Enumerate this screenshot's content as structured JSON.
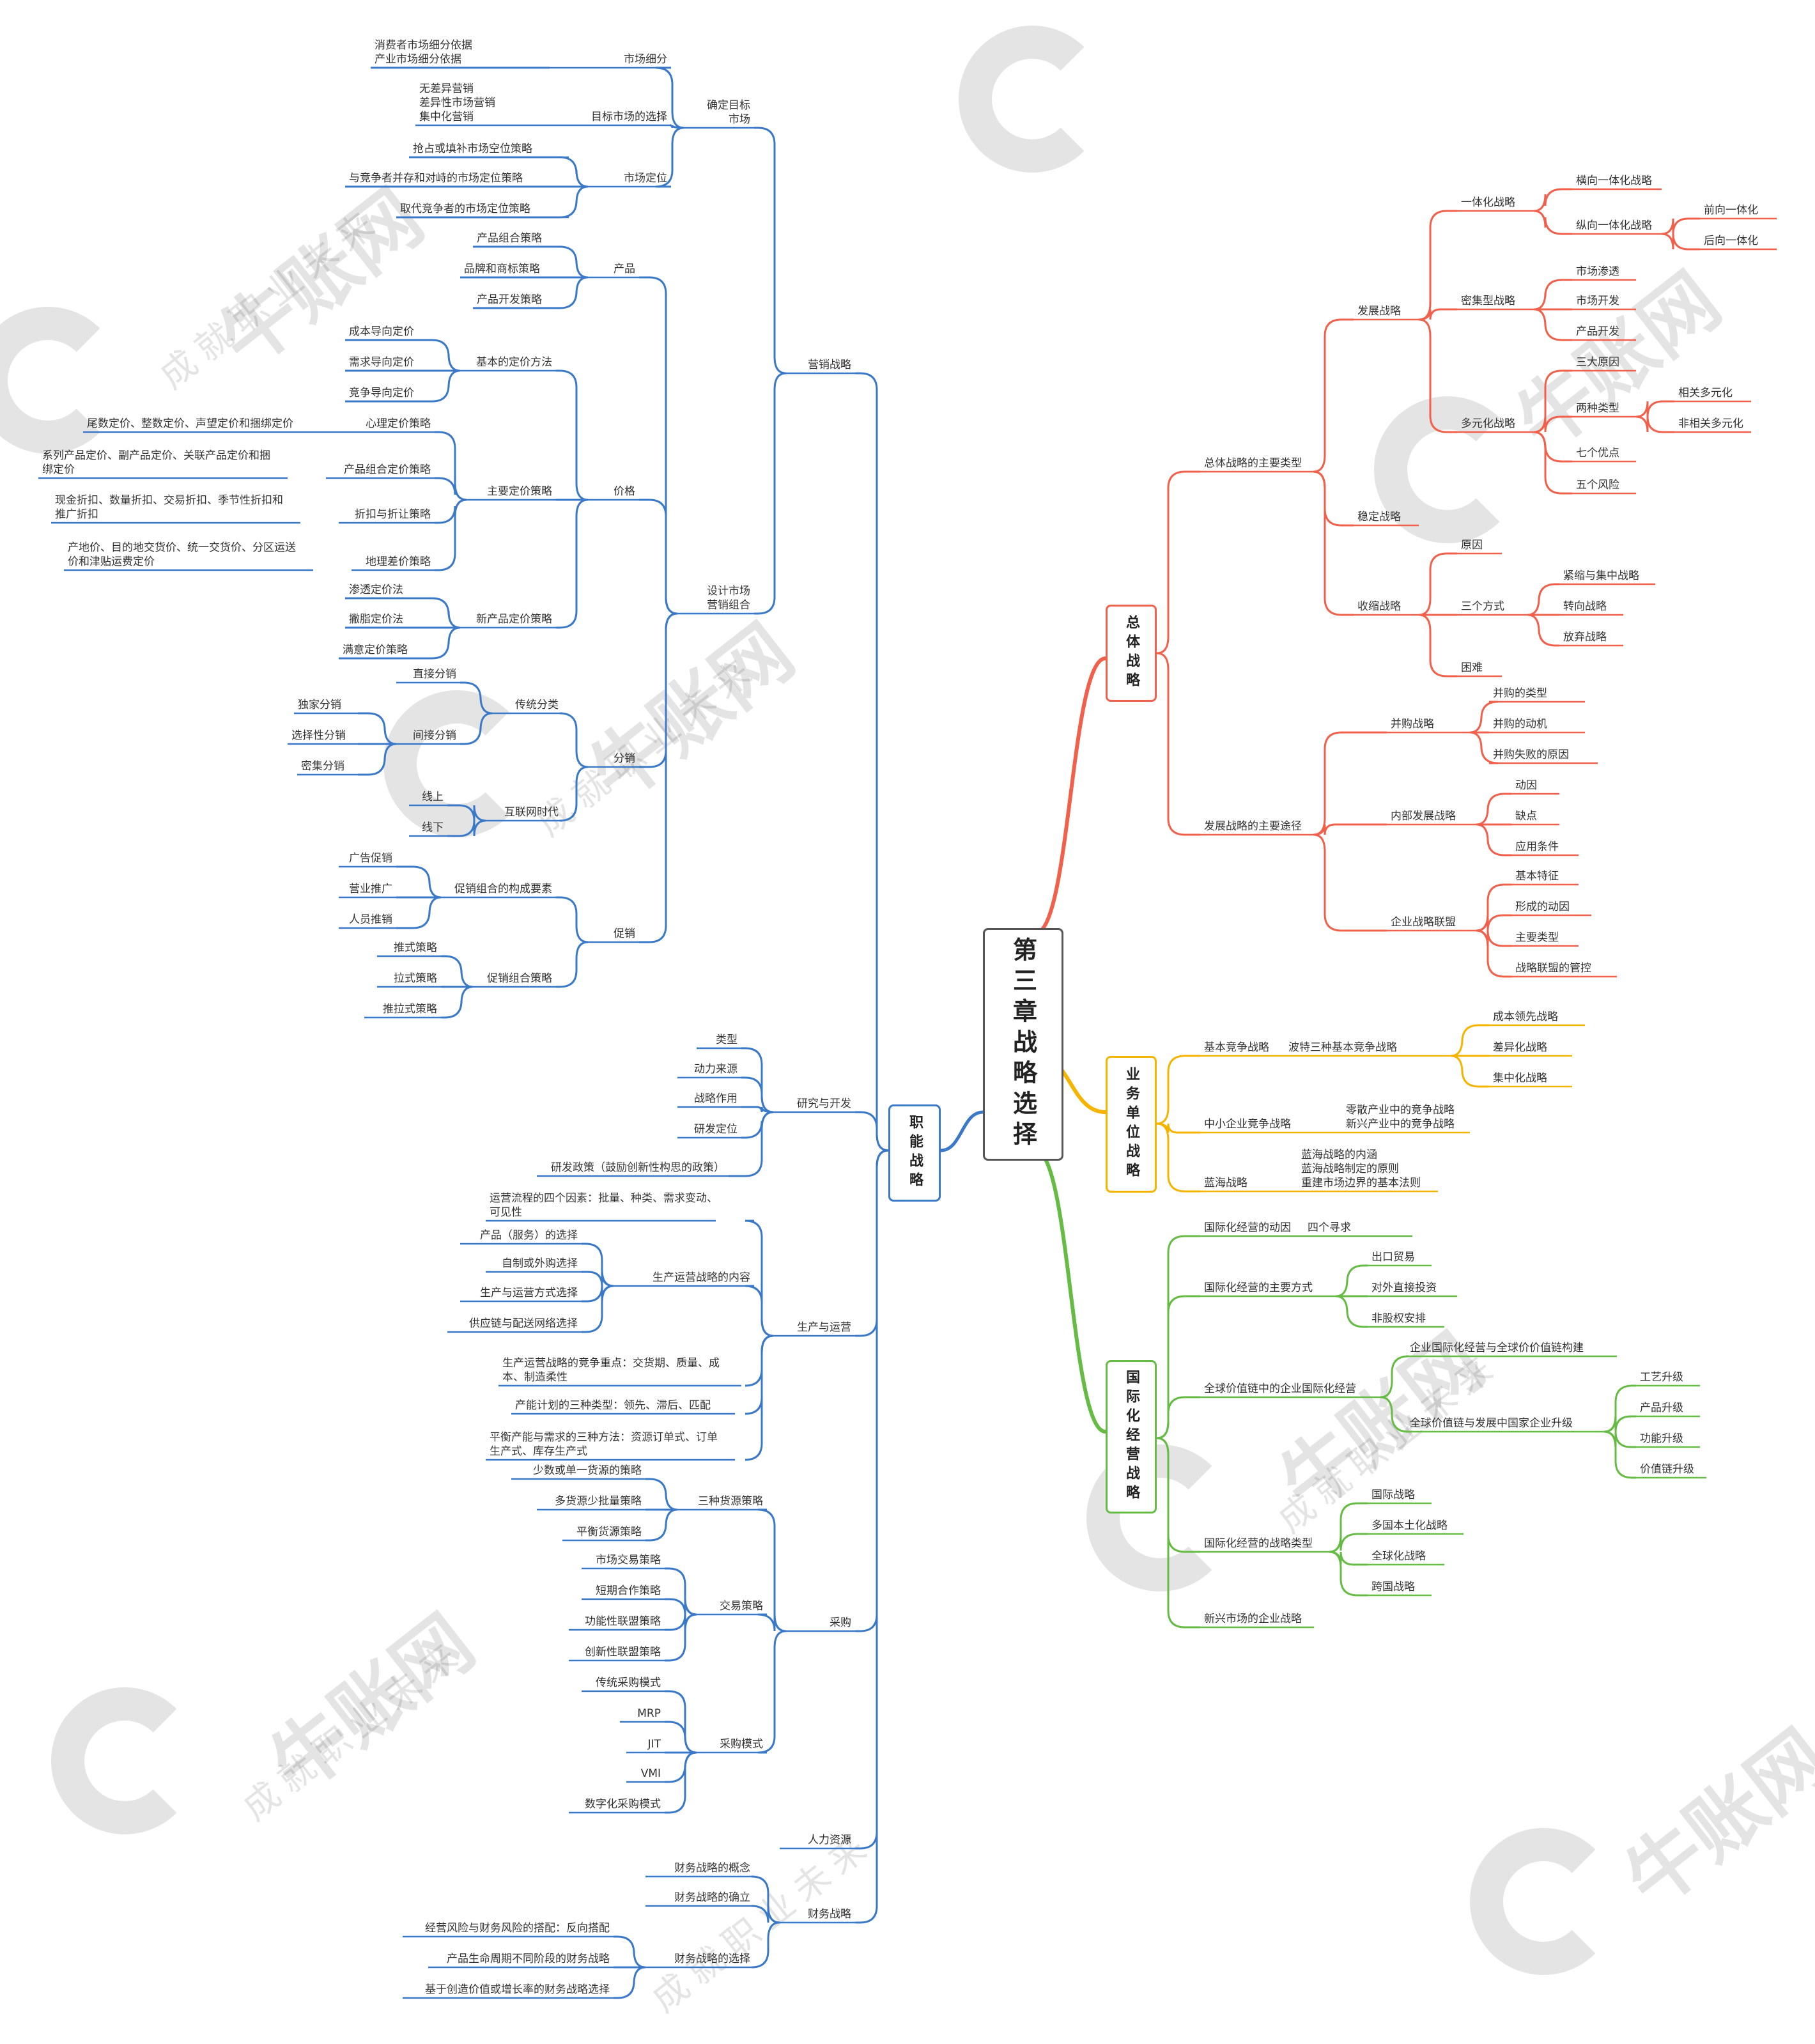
{
  "root": {
    "label": "第三章战略选择"
  },
  "colors": {
    "total": "#f0604a",
    "business": "#f5b400",
    "international": "#66bb44",
    "functional": "#3a78c8"
  },
  "watermark": {
    "title": "牛账网",
    "subtitle": "成就职业未来"
  },
  "branches": [
    {
      "key": "total",
      "label": "总体战略"
    },
    {
      "key": "business",
      "label": "业务单位战略"
    },
    {
      "key": "international",
      "label": "国际化经营战略"
    },
    {
      "key": "functional",
      "label": "职能战略"
    }
  ],
  "labels": {
    "total": {
      "types": "总体战略的主要类型",
      "dev": "发展战略",
      "integ": "一体化战略",
      "horiz": "横向一体化战略",
      "vert": "纵向一体化战略",
      "fwd": "前向一体化",
      "bwd": "后向一体化",
      "intensive": "密集型战略",
      "mkt_pen": "市场渗透",
      "mkt_dev": "市场开发",
      "prod_dev": "产品开发",
      "diversify": "多元化战略",
      "three_causes": "三大原因",
      "two_types": "两种类型",
      "related": "相关多元化",
      "unrelated": "非相关多元化",
      "seven_adv": "七个优点",
      "five_risks": "五个风险",
      "stable": "稳定战略",
      "retrench": "收缩战略",
      "reason": "原因",
      "three_ways": "三个方式",
      "tighten": "紧缩与集中战略",
      "turn": "转向战略",
      "abandon": "放弃战略",
      "difficulty": "困难",
      "paths": "发展战略的主要途径",
      "ma": "并购战略",
      "ma_types": "并购的类型",
      "ma_motive": "并购的动机",
      "ma_fail": "并购失败的原因",
      "internal": "内部发展战略",
      "motive": "动因",
      "defect": "缺点",
      "conditions": "应用条件",
      "alliance": "企业战略联盟",
      "basic_feat": "基本特征",
      "formation": "形成的动因",
      "main_types": "主要类型",
      "control": "战略联盟的管控"
    },
    "business": {
      "basic": "基本竞争战略",
      "porter": "波特三种基本竞争战略",
      "cost": "成本领先战略",
      "diff": "差异化战略",
      "focus": "集中化战略",
      "sme": "中小企业竞争战略",
      "sme_1": "零散产业中的竞争战略",
      "sme_2": "新兴产业中的竞争战略",
      "blue": "蓝海战略",
      "blue_1": "蓝海战略的内涵",
      "blue_2": "蓝海战略制定的原则",
      "blue_3": "重建市场边界的基本法则"
    },
    "international": {
      "motive": "国际化经营的动因",
      "four": "四个寻求",
      "modes": "国际化经营的主要方式",
      "export": "出口贸易",
      "fdi": "对外直接投资",
      "nonequity": "非股权安排",
      "gvc": "全球价值链中的企业国际化经营",
      "gvc_1": "企业国际化经营与全球价价值链构建",
      "gvc_2": "全球价值链与发展中国家企业升级",
      "up1": "工艺升级",
      "up2": "产品升级",
      "up3": "功能升级",
      "up4": "价值链升级",
      "types": "国际化经营的战略类型",
      "t1": "国际战略",
      "t2": "多国本土化战略",
      "t3": "全球化战略",
      "t4": "跨国战略",
      "emerging": "新兴市场的企业战略"
    },
    "functional": {
      "marketing": "营销战略",
      "target": "确定目标市场",
      "seg": "市场细分",
      "seg_1": "消费者市场细分依据",
      "seg_2": "产业市场细分依据",
      "choice": "目标市场的选择",
      "choice_1": "无差异营销",
      "choice_2": "差异性市场营销",
      "choice_3": "集中化营销",
      "position": "市场定位",
      "pos_1": "抢占或填补市场空位策略",
      "pos_2": "与竞争者并存和对峙的市场定位策略",
      "pos_3": "取代竞争者的市场定位策略",
      "design": "设计市场营销组合",
      "product": "产品",
      "prod_1": "产品组合策略",
      "prod_2": "品牌和商标策略",
      "prod_3": "产品开发策略",
      "price": "价格",
      "basic_price": "基本的定价方法",
      "bp_1": "成本导向定价",
      "bp_2": "需求导向定价",
      "bp_3": "竞争导向定价",
      "main_price": "主要定价策略",
      "psych": "心理定价策略",
      "psych_d": "尾数定价、整数定价、声望定价和捆绑定价",
      "portfolio": "产品组合定价策略",
      "portfolio_d": "系列产品定价、副产品定价、关联产品定价和捆绑定价",
      "discount": "折扣与折让策略",
      "discount_d": "现金折扣、数量折扣、交易折扣、季节性折扣和推广折扣",
      "geo": "地理差价策略",
      "geo_d": "产地价、目的地交货价、统一交货价、分区运送价和津贴运费定价",
      "new_price": "新产品定价策略",
      "np_1": "渗透定价法",
      "np_2": "撇脂定价法",
      "np_3": "满意定价策略",
      "dist": "分销",
      "trad": "传统分类",
      "direct": "直接分销",
      "indirect": "间接分销",
      "excl": "独家分销",
      "sel": "选择性分销",
      "inten": "密集分销",
      "internet": "互联网时代",
      "online": "线上",
      "offline": "线下",
      "promo": "促销",
      "promo_elem": "促销组合的构成要素",
      "pe_1": "广告促销",
      "pe_2": "营业推广",
      "pe_3": "人员推销",
      "promo_strat": "促销组合策略",
      "ps_1": "推式策略",
      "ps_2": "拉式策略",
      "ps_3": "推拉式策略",
      "rd": "研究与开发",
      "rd_1": "类型",
      "rd_2": "动力来源",
      "rd_3": "战略作用",
      "rd_4": "研发定位",
      "rd_5": "研发政策（鼓励创新性构思的政策）",
      "ops": "生产与运营",
      "ops_flow": "运营流程的四个因素：批量、种类、需求变动、可见性",
      "ops_content": "生产运营战略的内容",
      "oc_1": "产品（服务）的选择",
      "oc_2": "自制或外购选择",
      "oc_3": "生产与运营方式选择",
      "oc_4": "供应链与配送网络选择",
      "ops_focus": "生产运营战略的竞争重点：交货期、质量、成本、制造柔性",
      "ops_cap": "产能计划的三种类型：领先、滞后、匹配",
      "ops_balance": "平衡产能与需求的三种方法：资源订单式、订单生产式、库存生产式",
      "purchase": "采购",
      "src": "三种货源策略",
      "src_1": "少数或单一货源的策略",
      "src_2": "多货源少批量策略",
      "src_3": "平衡货源策略",
      "trade": "交易策略",
      "tr_1": "市场交易策略",
      "tr_2": "短期合作策略",
      "tr_3": "功能性联盟策略",
      "tr_4": "创新性联盟策略",
      "pmode": "采购模式",
      "pm_1": "传统采购模式",
      "pm_2": "MRP",
      "pm_3": "JIT",
      "pm_4": "VMI",
      "pm_5": "数字化采购模式",
      "hr": "人力资源",
      "fin": "财务战略",
      "fin_1": "财务战略的概念",
      "fin_2": "财务战略的确立",
      "fin_sel": "财务战略的选择",
      "fs_1": "经营风险与财务风险的搭配：反向搭配",
      "fs_2": "产品生命周期不同阶段的财务战略",
      "fs_3": "基于创造价值或增长率的财务战略选择"
    }
  }
}
